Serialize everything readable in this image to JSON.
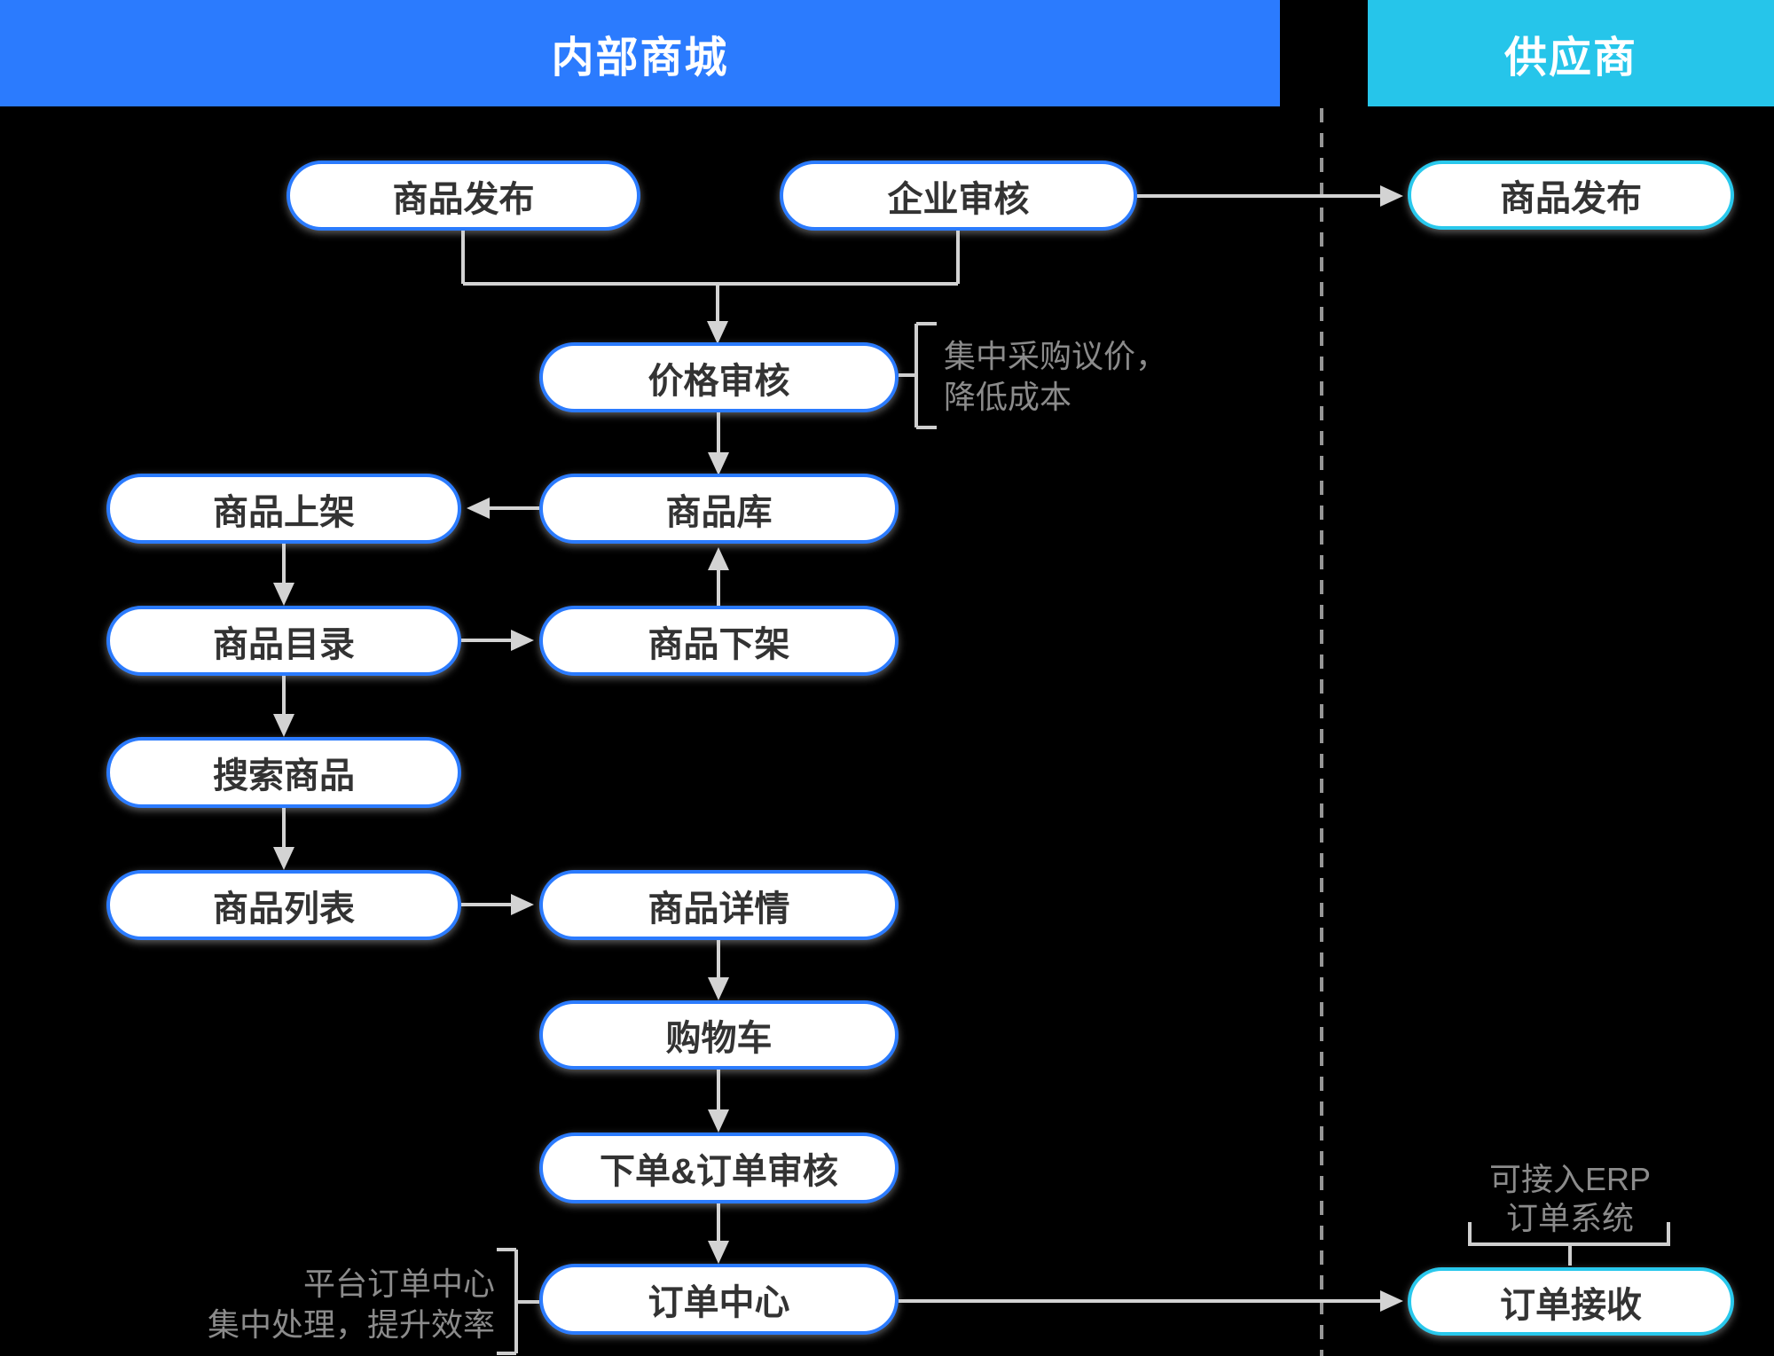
{
  "lanes": {
    "internal": {
      "label": "内部商城",
      "color": "#2B7BFE"
    },
    "supplier": {
      "label": "供应商",
      "color": "#26C5EA"
    }
  },
  "nodes": {
    "product_publish_internal": {
      "label": "商品发布"
    },
    "enterprise_review": {
      "label": "企业审核"
    },
    "product_publish_supplier": {
      "label": "商品发布"
    },
    "price_review": {
      "label": "价格审核"
    },
    "product_on_shelf": {
      "label": "商品上架"
    },
    "product_library": {
      "label": "商品库"
    },
    "product_catalog": {
      "label": "商品目录"
    },
    "product_off_shelf": {
      "label": "商品下架"
    },
    "search_products": {
      "label": "搜索商品"
    },
    "product_list": {
      "label": "商品列表"
    },
    "product_detail": {
      "label": "商品详情"
    },
    "shopping_cart": {
      "label": "购物车"
    },
    "order_placement_review": {
      "label": "下单&订单审核"
    },
    "order_center": {
      "label": "订单中心"
    },
    "order_receive": {
      "label": "订单接收"
    }
  },
  "annotations": {
    "price_note": {
      "line1": "集中采购议价，",
      "line2": "降低成本"
    },
    "order_note": {
      "line1": "平台订单中心",
      "line2": "集中处理，提升效率"
    },
    "erp_note": {
      "line1": "可接入ERP",
      "line2": "订单系统"
    }
  },
  "colors": {
    "background": "#000000",
    "internal_accent": "#2B7BFE",
    "supplier_accent": "#26C5EA",
    "node_fill": "#FFFFFF",
    "node_text": "#333333",
    "note_text": "#8B8B8B",
    "connector": "#D3D3D3",
    "divider": "#969696"
  }
}
